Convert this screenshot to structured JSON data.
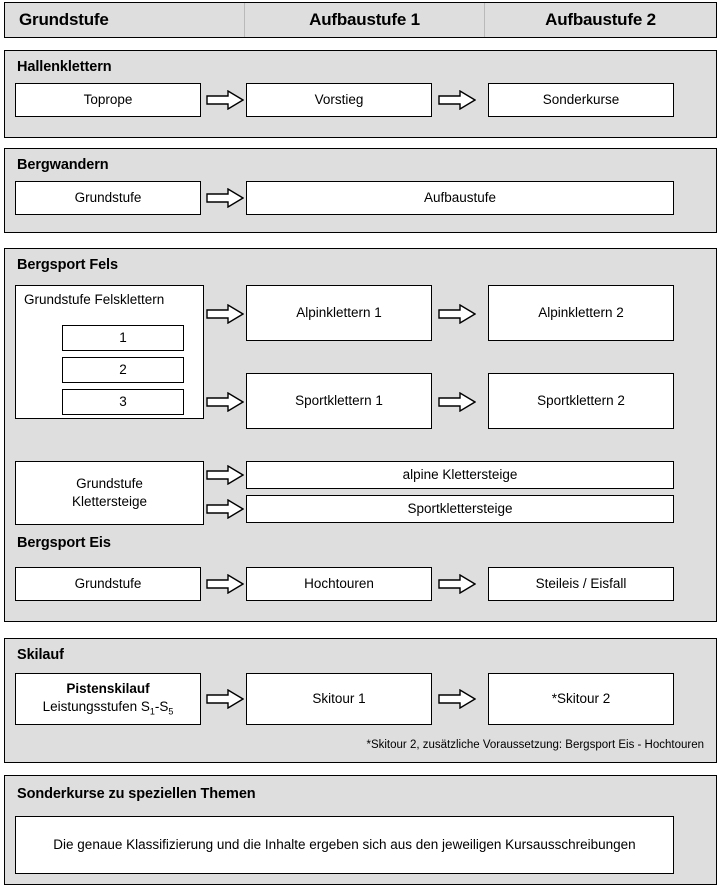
{
  "header": {
    "col1": "Grundstufe",
    "col2": "Aufbaustufe 1",
    "col3": "Aufbaustufe 2"
  },
  "sections": {
    "hallenklettern": {
      "title": "Hallenklettern",
      "box1": "Toprope",
      "box2": "Vorstieg",
      "box3": "Sonderkurse"
    },
    "bergwandern": {
      "title": "Bergwandern",
      "box1": "Grundstufe",
      "box2": "Aufbaustufe"
    },
    "bergsport_fels": {
      "title": "Bergsport Fels",
      "grundstufe_felsklettern": "Grundstufe Felsklettern",
      "level1": "1",
      "level2": "2",
      "level3": "3",
      "alpinklettern1": "Alpinklettern 1",
      "alpinklettern2": "Alpinklettern 2",
      "sportklettern1": "Sportklettern 1",
      "sportklettern2": "Sportklettern 2",
      "grundstufe_klettersteige_line1": "Grundstufe",
      "grundstufe_klettersteige_line2": "Klettersteige",
      "alpine_klettersteige": "alpine Klettersteige",
      "sportklettersteige": "Sportklettersteige",
      "eis_title": "Bergsport Eis",
      "eis_box1": "Grundstufe",
      "eis_box2": "Hochtouren",
      "eis_box3": "Steileis / Eisfall"
    },
    "skilauf": {
      "title": "Skilauf",
      "pistenskilauf": "Pistenskilauf",
      "leistungsstufen_prefix": "Leistungsstufen S",
      "leistungsstufen_sub1": "1",
      "leistungsstufen_mid": "-S",
      "leistungsstufen_sub2": "5",
      "skitour1": "Skitour 1",
      "skitour2": "*Skitour 2",
      "footnote": "*Skitour 2, zusätzliche Voraussetzung: Bergsport Eis - Hochtouren"
    },
    "sonderkurse": {
      "title": "Sonderkurse zu speziellen Themen",
      "text": "Die genaue Klassifizierung und die Inhalte ergeben sich aus den jeweiligen Kursausschreibungen"
    }
  },
  "icons": {
    "arrow": "right-block-arrow"
  },
  "colors": {
    "panel_bg": "#dedede",
    "box_bg": "#ffffff",
    "border": "#000000",
    "page_bg": "#ffffff"
  }
}
